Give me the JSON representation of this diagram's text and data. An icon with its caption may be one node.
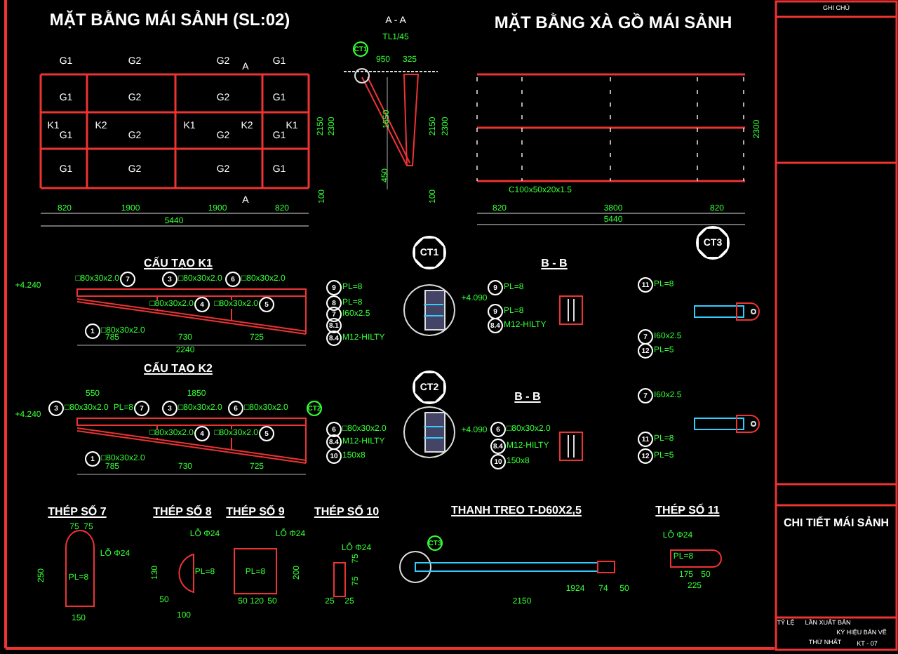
{
  "diagram": {
    "title": "MẶT BẰNG MÁI SẢNH (SL:02)",
    "nodes": [
      {
        "text": [
          "CT1"
        ]
      },
      {
        "text": [
          "7"
        ],
        "beside": [
          "□80x30x2.0"
        ]
      },
      {
        "text": [
          "3"
        ],
        "beside": [
          "□80x30x2.0"
        ]
      },
      {
        "text": [
          "6"
        ],
        "beside": [
          "□80x30x2.0"
        ]
      },
      {
        "text": [
          "4"
        ],
        "beside": [
          "□80x30x2.0"
        ]
      },
      {
        "text": [
          "5"
        ],
        "beside": [
          "□80x30x2.0"
        ]
      },
      {
        "text": [
          "1"
        ],
        "beside": [
          "□80x30x2.0"
        ]
      },
      {
        "text": [
          "3"
        ],
        "beside": [
          "□80x30x2.0"
        ]
      },
      {
        "text": [
          "7"
        ],
        "beside": [
          "PL=8"
        ]
      },
      {
        "text": [
          "3"
        ],
        "beside": [
          "□80x30x2.0"
        ]
      },
      {
        "text": [
          "6"
        ],
        "beside": [
          "□80x30x2.0"
        ]
      },
      {
        "text": [
          "4"
        ],
        "beside": [
          "□80x30x2.0"
        ]
      },
      {
        "text": [
          "5"
        ],
        "beside": [
          "□80x30x2.0"
        ]
      },
      {
        "text": [
          "1"
        ],
        "beside": [
          "□80x30x2.0"
        ]
      },
      {
        "text": [
          "CT2"
        ]
      },
      {
        "text": [
          "CT1"
        ]
      },
      {
        "text": [
          "9"
        ],
        "beside": [
          "PL=8"
        ]
      },
      {
        "text": [
          "8"
        ],
        "beside": [
          "PL=8"
        ]
      },
      {
        "text": [
          "7"
        ],
        "beside": [
          "I60x2.5"
        ]
      },
      {
        "text": [
          "8.1"
        ]
      },
      {
        "text": [
          "8.4"
        ],
        "beside": [
          "M12-HILTY"
        ]
      },
      {
        "text": [
          "CT2"
        ]
      },
      {
        "text": [
          "6"
        ],
        "beside": [
          "□80x30x2.0"
        ]
      },
      {
        "text": [
          "8.4"
        ],
        "beside": [
          "M12-HILTY"
        ]
      },
      {
        "text": [
          "10"
        ],
        "beside": [
          "150x8"
        ]
      },
      {
        "text": [
          "9"
        ],
        "beside": [
          "PL=8"
        ]
      },
      {
        "text": [
          "9"
        ],
        "beside": [
          "PL=8"
        ]
      },
      {
        "text": [
          "8.4"
        ],
        "beside": [
          "M12-HILTY"
        ]
      },
      {
        "text": [
          "CT3"
        ]
      },
      {
        "text": [
          "11"
        ],
        "beside": [
          "PL=8"
        ]
      },
      {
        "text": [
          "7"
        ],
        "beside": [
          "I60x2.5"
        ]
      },
      {
        "text": [
          "12"
        ],
        "beside": [
          "PL=5"
        ]
      },
      {
        "text": [
          "7"
        ],
        "beside": [
          "I60x2.5"
        ]
      },
      {
        "text": [
          "11"
        ],
        "beside": [
          "PL=8"
        ]
      },
      {
        "text": [
          "12"
        ],
        "beside": [
          "PL=5"
        ]
      },
      {
        "text": [
          "6"
        ],
        "beside": [
          "□80x30x2.0"
        ]
      },
      {
        "text": [
          "8.4"
        ],
        "beside": [
          "M12-HILTY"
        ]
      },
      {
        "text": [
          "10"
        ],
        "beside": [
          "150x8"
        ]
      },
      {
        "text": [
          "CT3"
        ]
      }
    ],
    "labels": [
      "A - A",
      "TL1/45",
      "MẶT BẰNG XÀ GỒ MÁI SẢNH",
      "G1",
      "G2",
      "G2",
      "A",
      "G1",
      "G1",
      "G2",
      "G2",
      "G1",
      "K1",
      "K2",
      "K1",
      "K2",
      "K1",
      "G1",
      "G2",
      "G2",
      "G1",
      "G1",
      "G2",
      "G2",
      "G1",
      "A",
      "820",
      "1900",
      "1900",
      "820",
      "5440",
      "2150",
      "2300",
      "100",
      "950",
      "325",
      "1650",
      "450",
      "2150",
      "2300",
      "100",
      "2300",
      "C100x50x20x1.5",
      "820",
      "3800",
      "820",
      "5440",
      "CẤU TẠO K1",
      "+4.240",
      "785",
      "730",
      "725",
      "2240",
      "CẤU TẠO K2",
      "+4.240",
      "550",
      "1850",
      "785",
      "730",
      "725",
      "B - B",
      "B - B",
      "+4.090",
      "+4.090",
      "THÉP SỐ 7",
      "THÉP SỐ 8",
      "THÉP SỐ 9",
      "THÉP SỐ 10",
      "THANH TREO T-D60X2,5",
      "THÉP SỐ 11",
      "75",
      "75",
      "LỖ Φ24",
      "PL=8",
      "250",
      "150",
      "LỖ Φ24",
      "PL=8",
      "130",
      "50",
      "100",
      "LỖ Φ24",
      "PL=8",
      "200",
      "50",
      "120",
      "50",
      "LỖ Φ24",
      "75",
      "75",
      "25",
      "25",
      "1924",
      "74",
      "50",
      "2150",
      "LỖ Φ24",
      "PL=8",
      "175",
      "50",
      "225",
      "GHI CHÚ",
      "CHI TIẾT MÁI SẢNH",
      "TỶ LỆ",
      "LẦN XUẤT BẢN",
      "KÝ HIỆU BẢN VẼ",
      "THỨ NHẤT",
      "KT - 07"
    ]
  }
}
